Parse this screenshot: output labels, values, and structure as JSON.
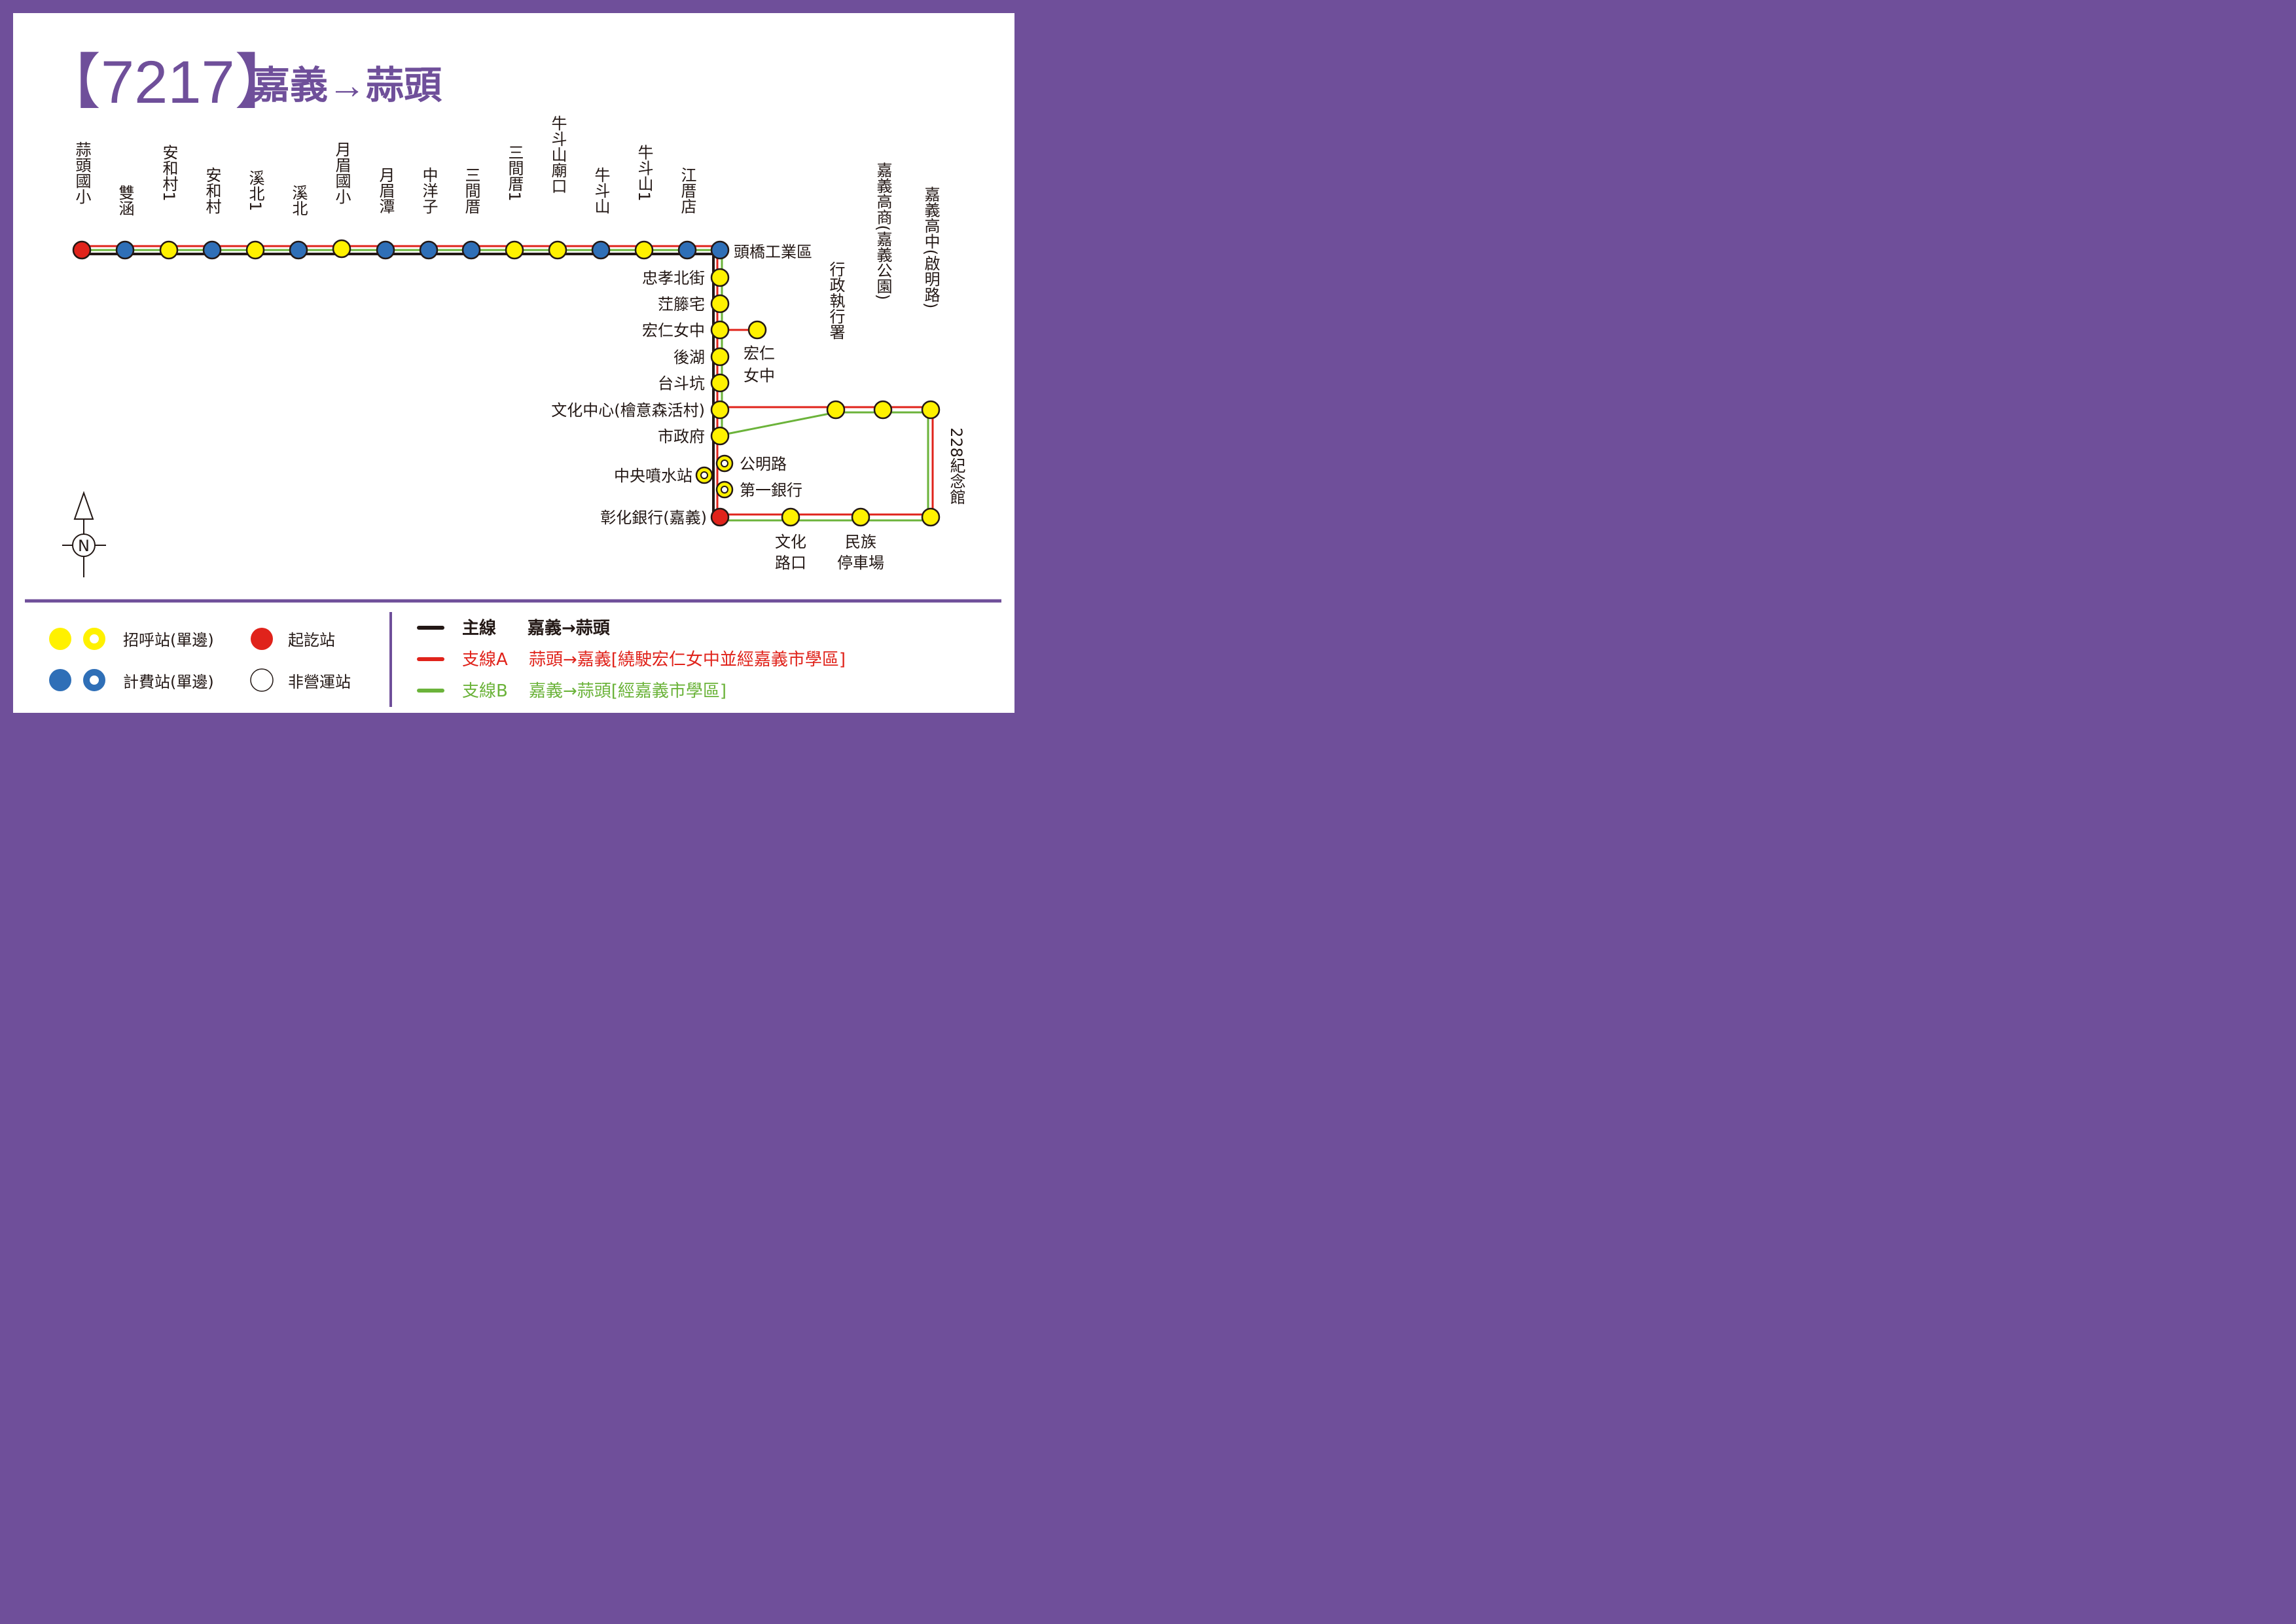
{
  "title": {
    "route_number": "【7217】",
    "route_name": "嘉義→蒜頭"
  },
  "colors": {
    "frame": "#6f4f9a",
    "main_line": "#231815",
    "branch_a": "#e0231b",
    "branch_b": "#6bb33a",
    "call_stop": "#fff100",
    "fare_stop": "#2f6fb7",
    "terminal": "#e0231b"
  },
  "stations": {
    "suantou_elem": "蒜頭國小",
    "shuanghan": "雙涵",
    "anhe_village_1": "安和村1",
    "anhe_village": "安和村",
    "xibei_1": "溪北1",
    "xibei": "溪北",
    "yuemei_elem": "月眉國小",
    "yuemei_pond": "月眉潭",
    "zhongyangzi": "中洋子",
    "sanjianco": "三間厝",
    "sanjianco_1": "三間厝1",
    "niudoushan_temple": "牛斗山廟口",
    "niudoushan": "牛斗山",
    "niudoushan_1": "牛斗山1",
    "jiangcuodian": "江厝店",
    "touqiao": "頭橋工業區",
    "zhongxiao_n": "忠孝北街",
    "tengcaozhai": "茳籐宅",
    "hongren_girls": "宏仁女中",
    "houhu": "後湖",
    "taidoukeng": "台斗坑",
    "culture_center": "文化中心(檜意森活村)",
    "city_hall": "市政府",
    "gongming_rd": "公明路",
    "central_fountain": "中央噴水站",
    "first_bank": "第一銀行",
    "changhua_bank": "彰化銀行(嘉義)",
    "hongren_branch_1": "宏仁",
    "hongren_branch_2": "女中",
    "exec_yuan": "行政執行署",
    "chiayi_vocational": "嘉義高商(嘉義公園)",
    "chiayi_senior": "嘉義高中(啟明路)",
    "culture_rd_1": "文化",
    "culture_rd_2": "路口",
    "minzu_1": "民族",
    "minzu_2": "停車場",
    "memorial_228": "228紀念館"
  },
  "compass": {
    "north_label": "N"
  },
  "legend": {
    "call_stop": "招呼站(單邊)",
    "fare_stop": "計費站(單邊)",
    "terminal": "起訖站",
    "closed_stop": "非營運站",
    "main_label": "主線",
    "main_desc": "嘉義→蒜頭",
    "branch_a_label": "支線A",
    "branch_a_desc": "蒜頭→嘉義[繞駛宏仁女中並經嘉義市學區]",
    "branch_b_label": "支線B",
    "branch_b_desc": "嘉義→蒜頭[經嘉義市學區]"
  }
}
